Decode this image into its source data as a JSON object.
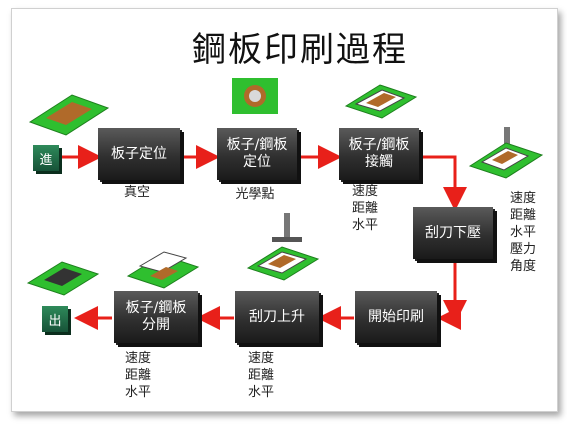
{
  "title": "鋼板印刷過程",
  "nodes": {
    "start": "進",
    "board_positioning": "板子定位",
    "board_stencil_positioning": "板子/鋼板\n定位",
    "board_stencil_contact": "板子/鋼板\n接觸",
    "squeegee_down": "刮刀下壓",
    "start_printing": "開始印刷",
    "squeegee_up": "刮刀上升",
    "board_stencil_separation": "板子/鋼板\n分開",
    "end": "出"
  },
  "notes": {
    "vacuum": "真空",
    "fiducial": "光學點",
    "contact_params": "速度\n距離\n水平",
    "squeegee_params": "速度\n距離\n水平\n壓力\n角度",
    "lift_params": "速度\n距離\n水平",
    "separation_params": "速度\n距離\n水平"
  },
  "colors": {
    "arrow": "#e8201a",
    "pcb_green": "#2fbf2f",
    "pad": "#b06a2a"
  }
}
